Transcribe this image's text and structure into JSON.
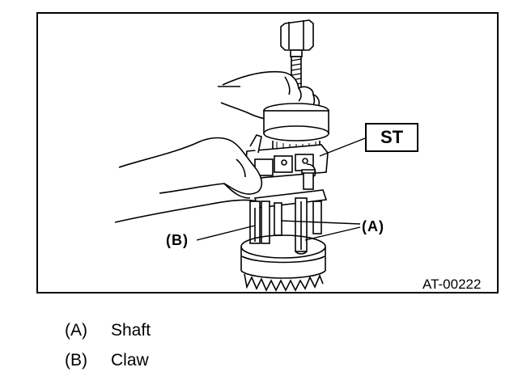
{
  "figure": {
    "callouts": {
      "st": "ST",
      "a": "(A)",
      "b": "(B)"
    },
    "figure_code": "AT-00222"
  },
  "legend": [
    {
      "key": "(A)",
      "label": "Shaft"
    },
    {
      "key": "(B)",
      "label": "Claw"
    }
  ]
}
